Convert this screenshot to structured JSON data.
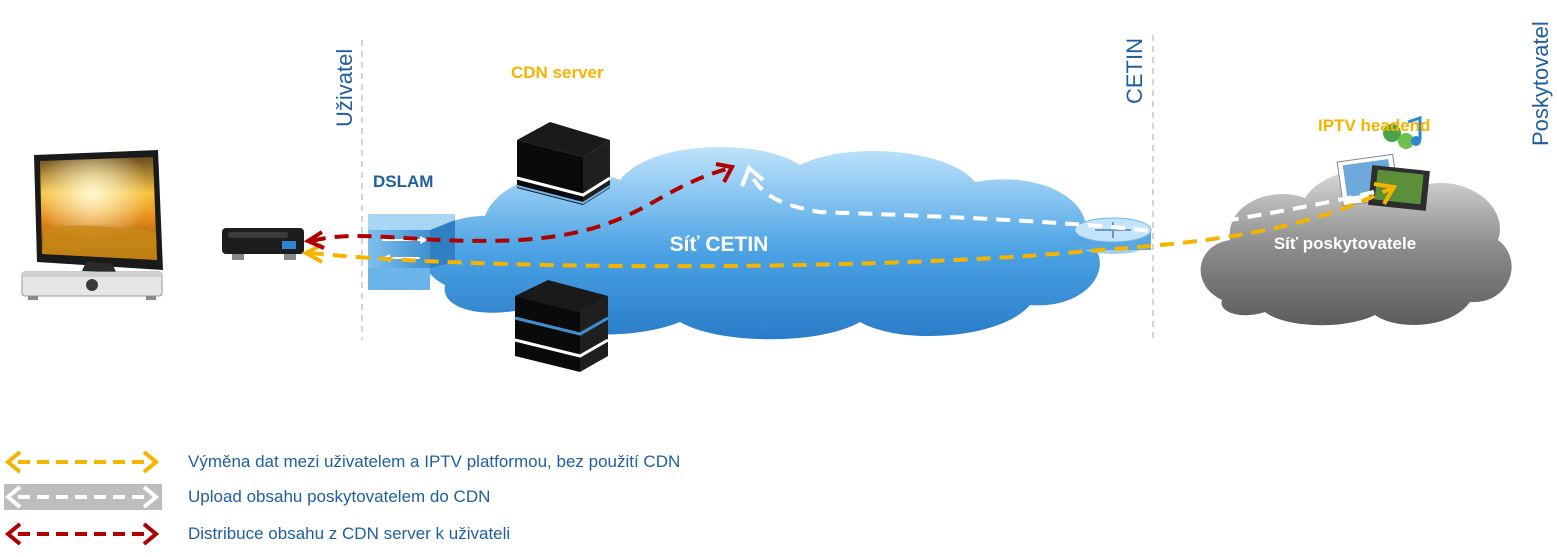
{
  "zones": {
    "user": "Uživatel",
    "cetin": "CETIN",
    "provider": "Poskytovatel"
  },
  "nodes": {
    "dslam": "DSLAM",
    "cdn_server": "CDN server",
    "iptv_headend": "IPTV headend",
    "cetin_network": "Síť CETIN",
    "provider_network": "Síť poskytovatele"
  },
  "legend": [
    {
      "text": "Výměna dat mezi uživatelem a IPTV platformou, bez použití CDN",
      "color": "#f5b400"
    },
    {
      "text": "Upload obsahu poskytovatelem do CDN",
      "color": "#ffffff"
    },
    {
      "text": "Distribuce obsahu z CDN server k uživateli",
      "color": "#b00000"
    }
  ],
  "colors": {
    "zone_label": "#1f5fa0",
    "accent_orange": "#f5b400",
    "cdn_red": "#b00000",
    "cloud_blue": "#3f9be0",
    "cloud_gray": "#7a7a7a"
  }
}
